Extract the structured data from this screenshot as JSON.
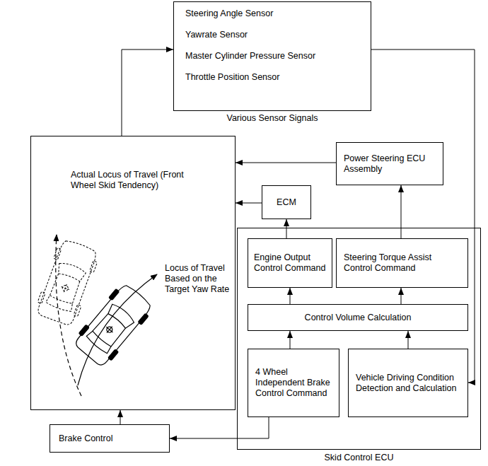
{
  "diagram": {
    "nodes": [
      {
        "text": [
          "Steering Angle Sensor",
          "Yawrate Sensor",
          "Master Cylinder Pressure Sensor",
          "Throttle Position Sensor",
          "Various Sensor Signals"
        ]
      },
      {
        "text": [
          "Actual Locus of Travel (Front Wheel Skid Tendency)",
          "Locus of Travel Based on the Target Yaw Rate"
        ]
      },
      {
        "text": [
          "Power Steering ECU Assembly"
        ]
      },
      {
        "text": [
          "ECM"
        ]
      },
      {
        "text": [
          "Skid Control ECU"
        ]
      },
      {
        "text": [
          "Engine Output Control Command"
        ],
        "in": 4
      },
      {
        "text": [
          "Steering Torque Assist Control Command"
        ],
        "in": 4
      },
      {
        "text": [
          "Control Volume Calculation"
        ],
        "in": 4
      },
      {
        "text": [
          "4 Wheel Independent Brake Control Command"
        ],
        "in": 4
      },
      {
        "text": [
          "Vehicle Driving Condition Detection and Calculation"
        ],
        "in": 4
      },
      {
        "text": [
          "Brake Control"
        ]
      }
    ],
    "edges": [
      {
        "from": 1,
        "to": 0,
        "arrow": "to"
      },
      {
        "from": 0,
        "to": 9,
        "arrow": "to"
      },
      {
        "from": 9,
        "to": 7,
        "arrow": "to"
      },
      {
        "from": 8,
        "to": 7,
        "arrow": "to"
      },
      {
        "from": 7,
        "to": 5,
        "arrow": "to"
      },
      {
        "from": 7,
        "to": 6,
        "arrow": "to"
      },
      {
        "from": 5,
        "to": 3,
        "arrow": "to"
      },
      {
        "from": 6,
        "to": 2,
        "arrow": "to"
      },
      {
        "from": 3,
        "to": 1,
        "arrow": "to"
      },
      {
        "from": 2,
        "to": 1,
        "arrow": "to"
      },
      {
        "from": 8,
        "to": 10,
        "arrow": "to"
      },
      {
        "from": 10,
        "to": 1,
        "arrow": "to"
      }
    ]
  }
}
